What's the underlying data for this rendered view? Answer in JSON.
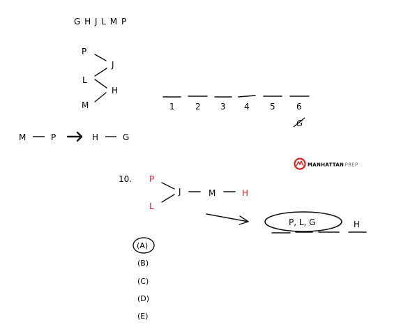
{
  "colors": {
    "ink": "#111111",
    "highlight": "#e02020",
    "brand": "#e02020"
  },
  "header": {
    "letters": "G H J L M P"
  },
  "left_diagram": {
    "nodes": {
      "p": "P",
      "j": "J",
      "l": "L",
      "h": "H",
      "m": "M"
    }
  },
  "chain": {
    "m": "M",
    "p": "P",
    "h": "H",
    "g": "G"
  },
  "slots": {
    "labels": [
      "1",
      "2",
      "3",
      "4",
      "5",
      "6"
    ],
    "crossed_mark": "G"
  },
  "brand": {
    "name_bold": "MANHATTAN",
    "name_light": "PREP"
  },
  "question": {
    "number": "10.",
    "nodes": {
      "p": "P",
      "l": "L",
      "j": "J",
      "m": "M",
      "h": "H"
    },
    "group_label": "P, L, G",
    "tail_label": "H",
    "choices": [
      "(A)",
      "(B)",
      "(C)",
      "(D)",
      "(E)"
    ]
  }
}
